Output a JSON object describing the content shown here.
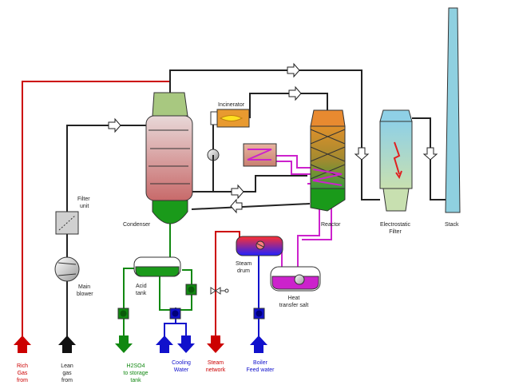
{
  "labels": {
    "incinerator": "Incinerator",
    "filter_unit": [
      "Filter",
      "unit"
    ],
    "condenser": "Condenser",
    "main_blower": [
      "Main",
      "blower"
    ],
    "acid_tank": [
      "Acid",
      "tank"
    ],
    "steam_drum": [
      "Steam",
      "drum"
    ],
    "heat_transfer_salt": [
      "Heat",
      "transfer salt"
    ],
    "reactor": "Reactor",
    "electrostatic_filter": [
      "Electrostatic",
      "Filter"
    ],
    "stack": "Stack"
  },
  "streams": {
    "rich_gas": [
      "Rich",
      "Gas",
      "from"
    ],
    "lean_gas": [
      "Lean",
      "gas",
      "from"
    ],
    "h2so4": [
      "H2SO4",
      "to storage",
      "tank"
    ],
    "cooling_water": [
      "Cooling",
      "Water"
    ],
    "steam_network": [
      "Steam",
      "network"
    ],
    "boiler_feed_water": [
      "Boiler",
      "Feed water"
    ]
  },
  "colors": {
    "gas_line": "#222222",
    "rich_gas_line": "#cc0000",
    "acid_line": "#118811",
    "water_line": "#1111cc",
    "salt_line": "#cc22cc",
    "rich_gas_label": "#cc0000",
    "h2so4_label": "#118811",
    "water_label": "#1111cc"
  }
}
